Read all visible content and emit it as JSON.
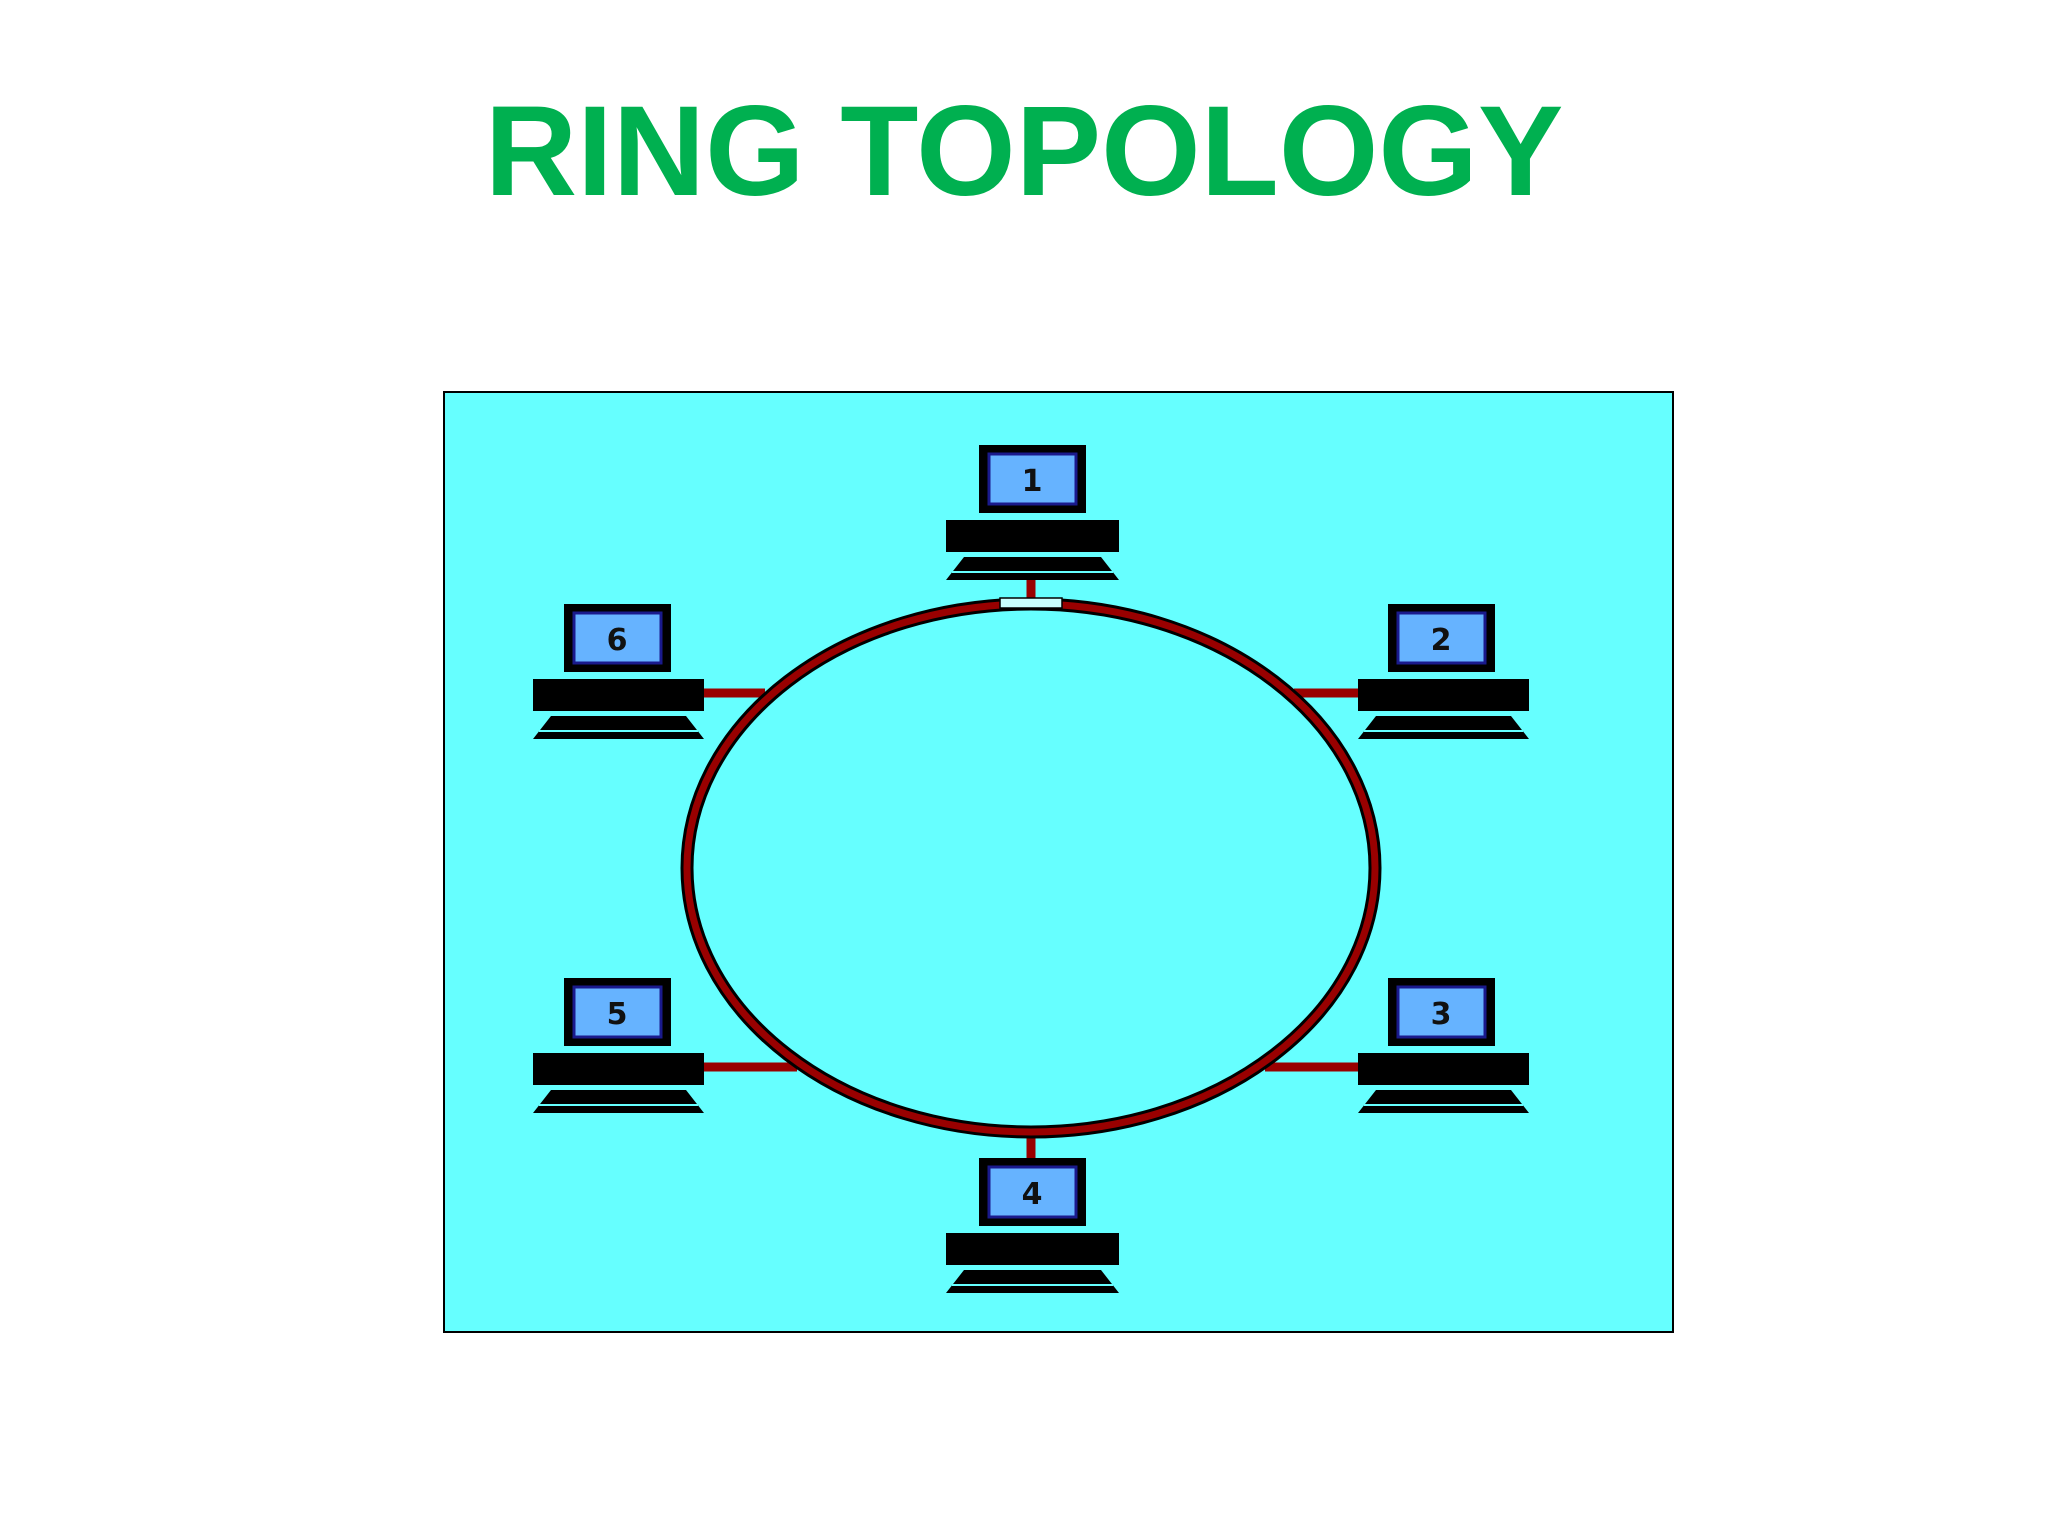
{
  "title": "RING TOPOLOGY",
  "colors": {
    "title": "#00b050",
    "panel_background": "#66ffff",
    "ring": "#990000",
    "screen": "#66b3ff",
    "computer_body": "#000000"
  },
  "nodes": [
    {
      "label": "1"
    },
    {
      "label": "2"
    },
    {
      "label": "3"
    },
    {
      "label": "4"
    },
    {
      "label": "5"
    },
    {
      "label": "6"
    }
  ]
}
